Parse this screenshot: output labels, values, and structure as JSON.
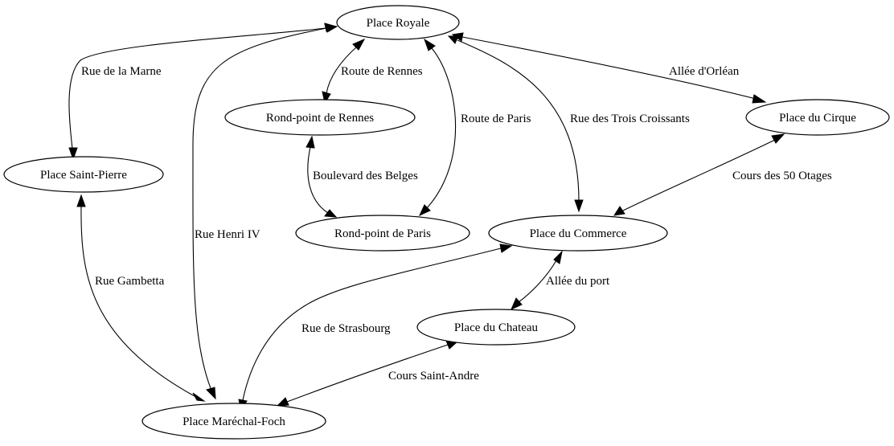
{
  "nodes": {
    "place_royale": "Place Royale",
    "rond_point_rennes": "Rond-point de Rennes",
    "place_saint_pierre": "Place Saint-Pierre",
    "place_du_cirque": "Place du Cirque",
    "rond_point_paris": "Rond-point de Paris",
    "place_du_commerce": "Place du Commerce",
    "place_du_chateau": "Place du Chateau",
    "place_marechal_foch": "Place Maréchal-Foch"
  },
  "edges": {
    "rue_de_la_marne": "Rue de la Marne",
    "route_de_rennes": "Route de Rennes",
    "allee_dorlean": "Allée d'Orléan",
    "route_de_paris": "Route de Paris",
    "rue_des_trois_croissants": "Rue des Trois Croissants",
    "boulevard_des_belges": "Boulevard des Belges",
    "cours_des_50_otages": "Cours des 50 Otages",
    "rue_henri_iv": "Rue Henri IV",
    "rue_gambetta": "Rue Gambetta",
    "allee_du_port": "Allée du port",
    "rue_de_strasbourg": "Rue de Strasbourg",
    "cours_saint_andre": "Cours Saint-Andre"
  }
}
